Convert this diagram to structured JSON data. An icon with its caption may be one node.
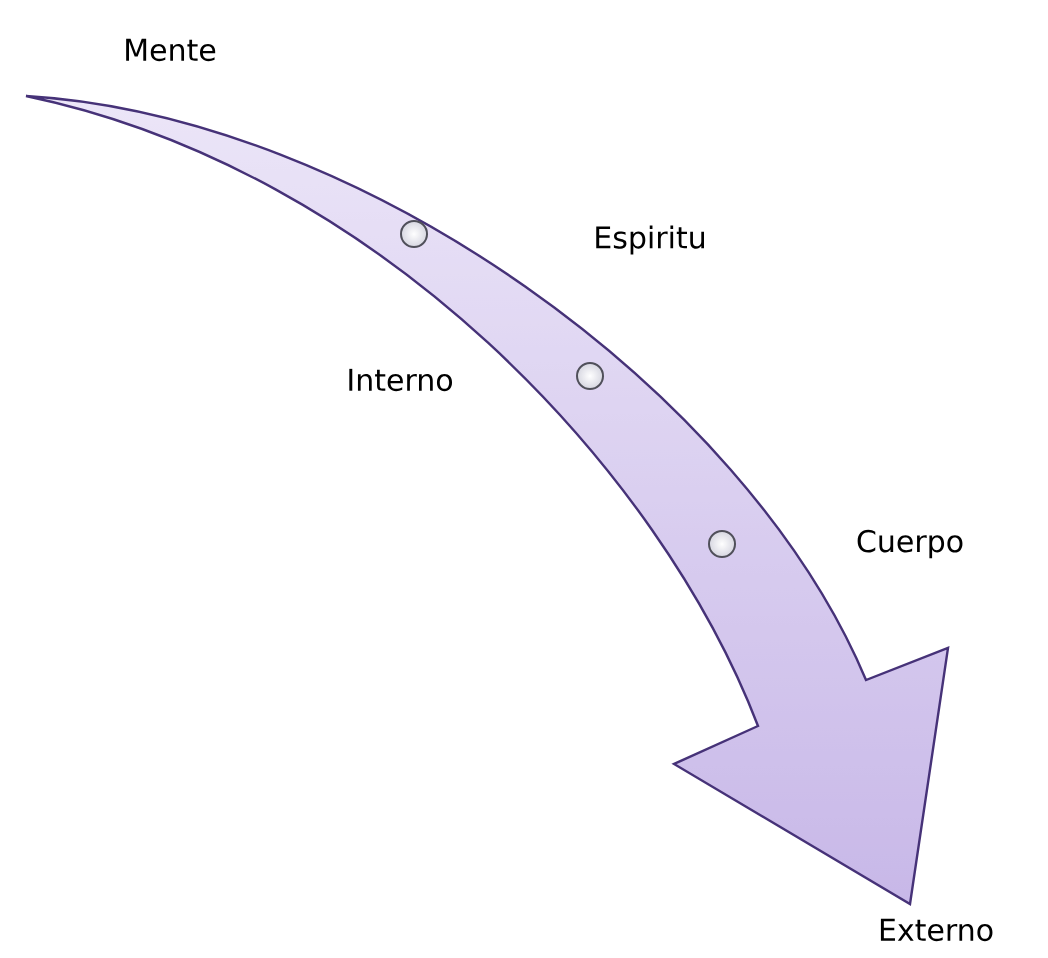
{
  "diagram": {
    "nodes": [
      {
        "text": [],
        "shape": "circle"
      },
      {
        "text": [],
        "shape": "circle"
      },
      {
        "text": [],
        "shape": "circle"
      }
    ],
    "labels": [
      "Mente",
      "Espiritu",
      "Interno",
      "Cuerpo",
      "Externo"
    ]
  }
}
